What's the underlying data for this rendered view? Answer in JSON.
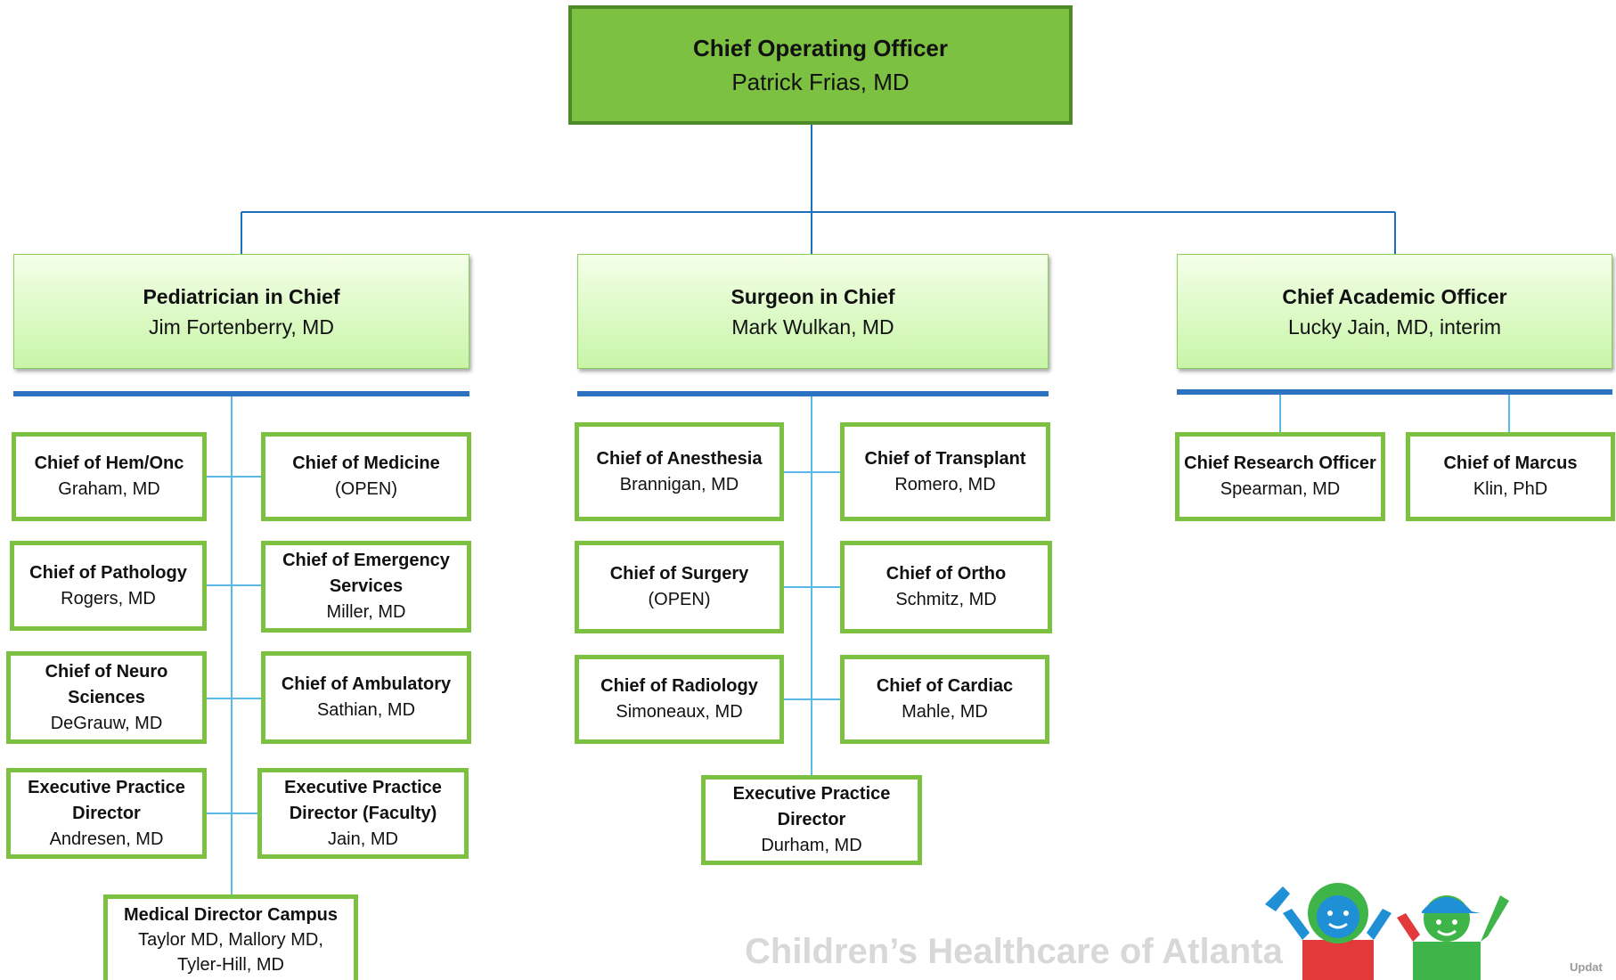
{
  "top": {
    "title": "Chief Operating Officer",
    "name": "Patrick Frias, MD"
  },
  "branches": [
    {
      "title": "Pediatrician in Chief",
      "name": "Jim Fortenberry, MD"
    },
    {
      "title": "Surgeon in Chief",
      "name": "Mark Wulkan, MD"
    },
    {
      "title": "Chief Academic Officer",
      "name": "Lucky Jain, MD, interim"
    }
  ],
  "pediatrics": [
    {
      "title": "Chief of Hem/Onc",
      "name": "Graham, MD"
    },
    {
      "title": "Chief of Medicine",
      "name": "(OPEN)"
    },
    {
      "title": "Chief of Pathology",
      "name": "Rogers, MD"
    },
    {
      "title": "Chief of Emergency Services",
      "name": "Miller, MD"
    },
    {
      "title": "Chief of Neuro Sciences",
      "name": "DeGrauw, MD"
    },
    {
      "title": "Chief of Ambulatory",
      "name": "Sathian, MD"
    },
    {
      "title": "Executive Practice Director",
      "name": "Andresen, MD"
    },
    {
      "title": "Executive Practice Director (Faculty)",
      "name": "Jain, MD"
    },
    {
      "title": "Medical Director Campus",
      "name": "Taylor MD, Mallory  MD, Tyler-Hill, MD"
    }
  ],
  "surgery": [
    {
      "title": "Chief of Anesthesia",
      "name": "Brannigan, MD"
    },
    {
      "title": "Chief of Transplant",
      "name": "Romero, MD"
    },
    {
      "title": "Chief of Surgery",
      "name": "(OPEN)"
    },
    {
      "title": "Chief of Ortho",
      "name": "Schmitz, MD"
    },
    {
      "title": "Chief of Radiology",
      "name": "Simoneaux, MD"
    },
    {
      "title": "Chief of Cardiac",
      "name": "Mahle, MD"
    },
    {
      "title": "Executive Practice Director",
      "name": "Durham, MD"
    }
  ],
  "academic": [
    {
      "title": "Chief Research Officer",
      "name": "Spearman, MD"
    },
    {
      "title": "Chief of Marcus",
      "name": "Klin, PhD"
    }
  ],
  "footer": {
    "org": "Children’s Healthcare of Atlanta",
    "updated": "Updat"
  },
  "colors": {
    "accent_green": "#7cc142",
    "connector_blue": "#1f6fc0",
    "rule_blue": "#2b72c0",
    "branch_line": "#5bb8e8"
  }
}
